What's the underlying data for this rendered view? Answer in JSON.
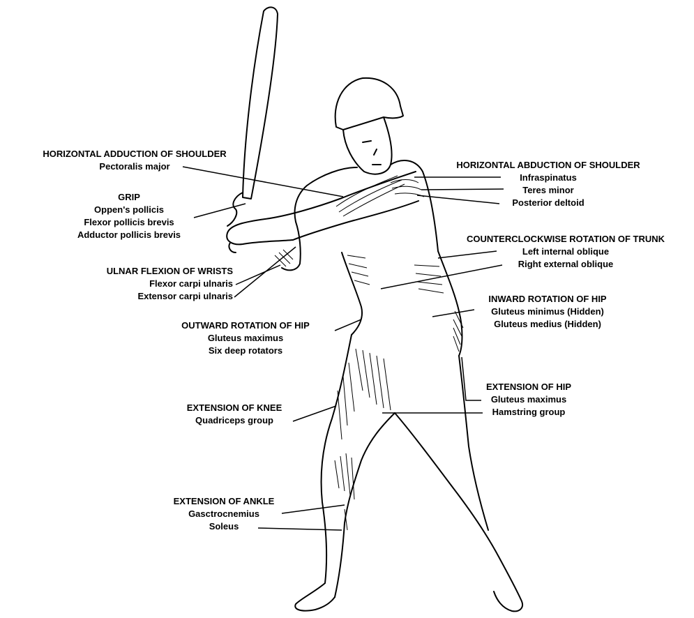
{
  "labels": {
    "horiz_adduction": {
      "title": "HORIZONTAL ADDUCTION OF SHOULDER",
      "muscles": [
        "Pectoralis major"
      ]
    },
    "grip": {
      "title": "GRIP",
      "muscles": [
        "Oppen's pollicis",
        "Flexor pollicis brevis",
        "Adductor pollicis brevis"
      ]
    },
    "ulnar_flexion": {
      "title": "ULNAR FLEXION OF WRISTS",
      "muscles": [
        "Flexor carpi ulnaris",
        "Extensor carpi ulnaris"
      ]
    },
    "outward_rotation_hip": {
      "title": "OUTWARD ROTATION OF HIP",
      "muscles": [
        "Gluteus maximus",
        "Six deep rotators"
      ]
    },
    "extension_knee": {
      "title": "EXTENSION OF KNEE",
      "muscles": [
        "Quadriceps group"
      ]
    },
    "extension_ankle": {
      "title": "EXTENSION OF ANKLE",
      "muscles": [
        "Gasctrocnemius",
        "Soleus"
      ]
    },
    "horiz_abduction": {
      "title": "HORIZONTAL ABDUCTION OF SHOULDER",
      "muscles": [
        "Infraspinatus",
        "Teres minor",
        "Posterior deltoid"
      ]
    },
    "ccw_rotation_trunk": {
      "title": "COUNTERCLOCKWISE ROTATION OF TRUNK",
      "muscles": [
        "Left internal oblique",
        "Right external oblique"
      ]
    },
    "inward_rotation_hip": {
      "title": "INWARD ROTATION OF HIP",
      "muscles": [
        "Gluteus minimus (Hidden)",
        "Gluteus medius (Hidden)"
      ]
    },
    "extension_hip": {
      "title": "EXTENSION OF HIP",
      "muscles": [
        "Gluteus maximus",
        "Hamstring group"
      ]
    }
  }
}
